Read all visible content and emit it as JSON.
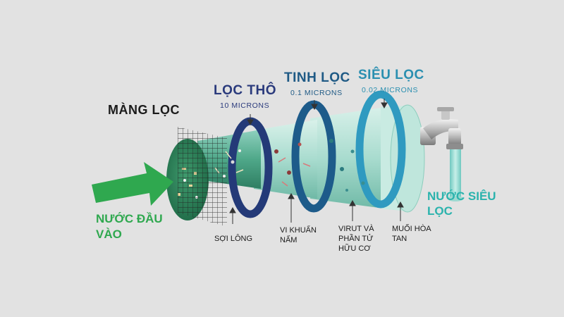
{
  "membrane": {
    "label": "MÀNG LỌC"
  },
  "stages": [
    {
      "title": "LỌC THÔ",
      "subtitle": "10 MICRONS",
      "color": "#2a3a7c"
    },
    {
      "title": "TINH LỌC",
      "subtitle": "0.1 MICRONS",
      "color": "#1f5a85"
    },
    {
      "title": "SIÊU LỌC",
      "subtitle": "0.02 MICRONS",
      "color": "#2a8fb0"
    }
  ],
  "parts": [
    {
      "label": "SỢI LÔNG"
    },
    {
      "label": "VI KHUẨN NẤM"
    },
    {
      "label": "VIRUT VÀ PHẦN TỬ HỮU CƠ"
    },
    {
      "label": "MUỐI HÒA TAN"
    }
  ],
  "input_water": {
    "label": "NƯỚC ĐẦU VÀO",
    "color": "#2fa84f"
  },
  "output_water": {
    "label": "NƯỚC SIÊU LỌC",
    "color": "#2bb3ad"
  },
  "colors": {
    "background": "#e2e2e2",
    "cylinder_green": "#2f7d5a",
    "cylinder_mint": "#bfe6dc",
    "ring_dark": "#243a78",
    "ring_mid": "#1d5b8a",
    "ring_light": "#2f9ac0"
  }
}
